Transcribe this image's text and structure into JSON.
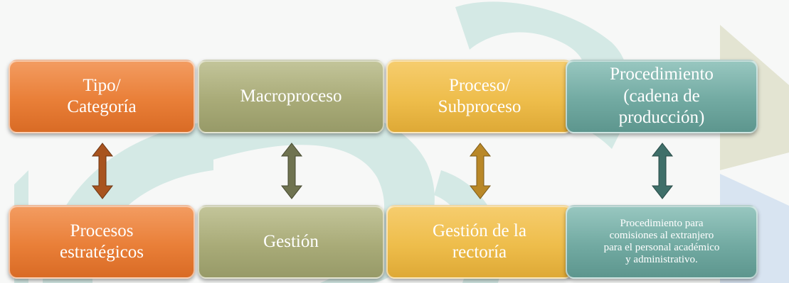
{
  "columns": [
    {
      "category": "Tipo/\nCategoría",
      "example": "Procesos\nestratégicos",
      "color": "#e97f38",
      "arrow_color": "#a8541f"
    },
    {
      "category": "Macroproceso",
      "example": "Gestión",
      "color": "#a9ab78",
      "arrow_color": "#6f7350"
    },
    {
      "category": "Proceso/\nSubproceso",
      "example": "Gestión de la\nrectoría",
      "color": "#eebd4b",
      "arrow_color": "#b98828"
    },
    {
      "category": "Procedimiento\n(cadena de\nproducción)",
      "example": "Procedimiento para\ncomisiones al extranjero\npara el personal académico\ny administrativo.",
      "color": "#72aaa2",
      "arrow_color": "#3f6f69"
    }
  ],
  "background": {
    "watermark_colors": [
      "#cfe6e2",
      "#e1e3cf",
      "#d7e3f0"
    ]
  }
}
